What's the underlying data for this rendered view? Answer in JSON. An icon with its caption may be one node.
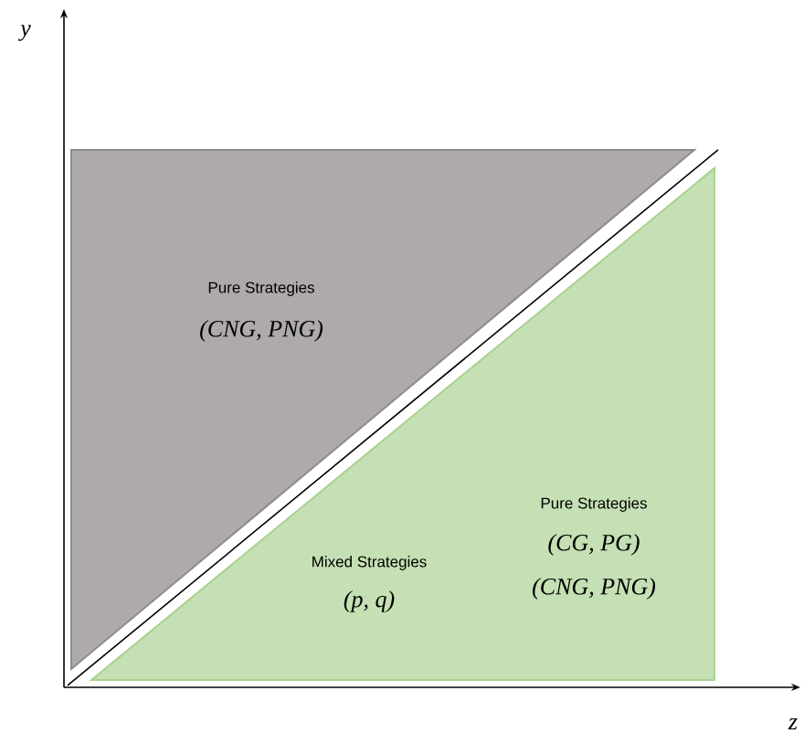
{
  "diagram": {
    "nodes": [
      {
        "text": [
          "Pure Strategies",
          "(CNG, PNG)"
        ]
      },
      {
        "text": [
          "Mixed Strategies",
          "(p, q)",
          "Pure Strategies",
          "(CG, PG)",
          "(CNG, PNG)"
        ]
      }
    ],
    "labels": [
      "y",
      "z"
    ]
  }
}
